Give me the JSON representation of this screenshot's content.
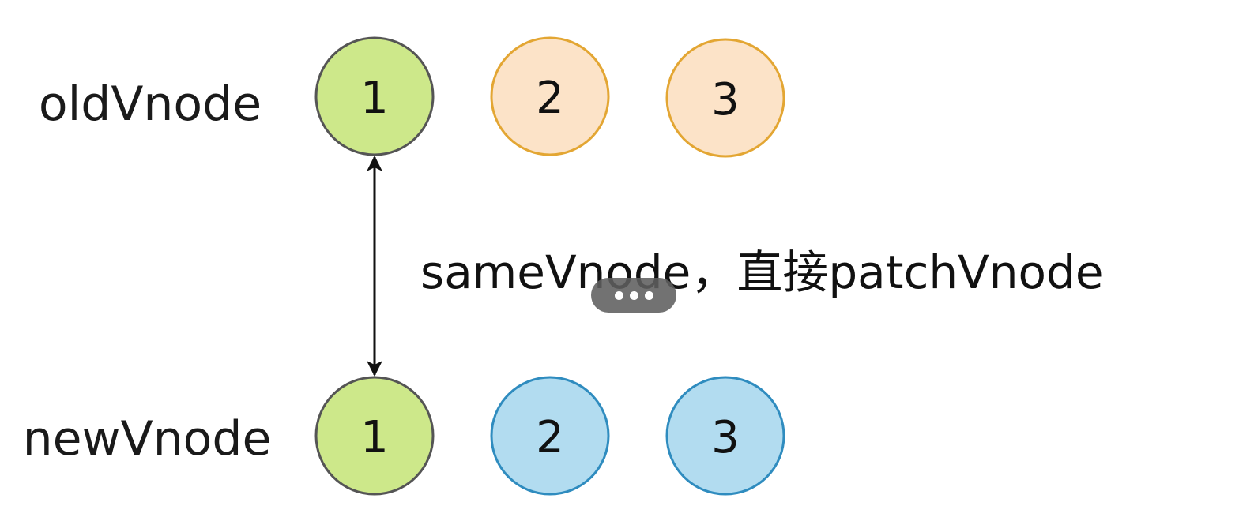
{
  "rows": [
    {
      "label": "oldVnode",
      "nodes": [
        {
          "text": "1",
          "fill": "#cde88a",
          "stroke": "#555555"
        },
        {
          "text": "2",
          "fill": "#fce3c8",
          "stroke": "#e3a633"
        },
        {
          "text": "3",
          "fill": "#fce3c8",
          "stroke": "#e3a633"
        }
      ]
    },
    {
      "label": "newVnode",
      "nodes": [
        {
          "text": "1",
          "fill": "#cde88a",
          "stroke": "#555555"
        },
        {
          "text": "2",
          "fill": "#b2dcf0",
          "stroke": "#2f8cbf"
        },
        {
          "text": "3",
          "fill": "#b2dcf0",
          "stroke": "#2f8cbf"
        }
      ]
    }
  ],
  "edge": {
    "label": "sameVnode，直接patchVnode",
    "stroke": "#111111"
  },
  "overlay": {
    "more_icon": "more-horizontal-icon"
  }
}
